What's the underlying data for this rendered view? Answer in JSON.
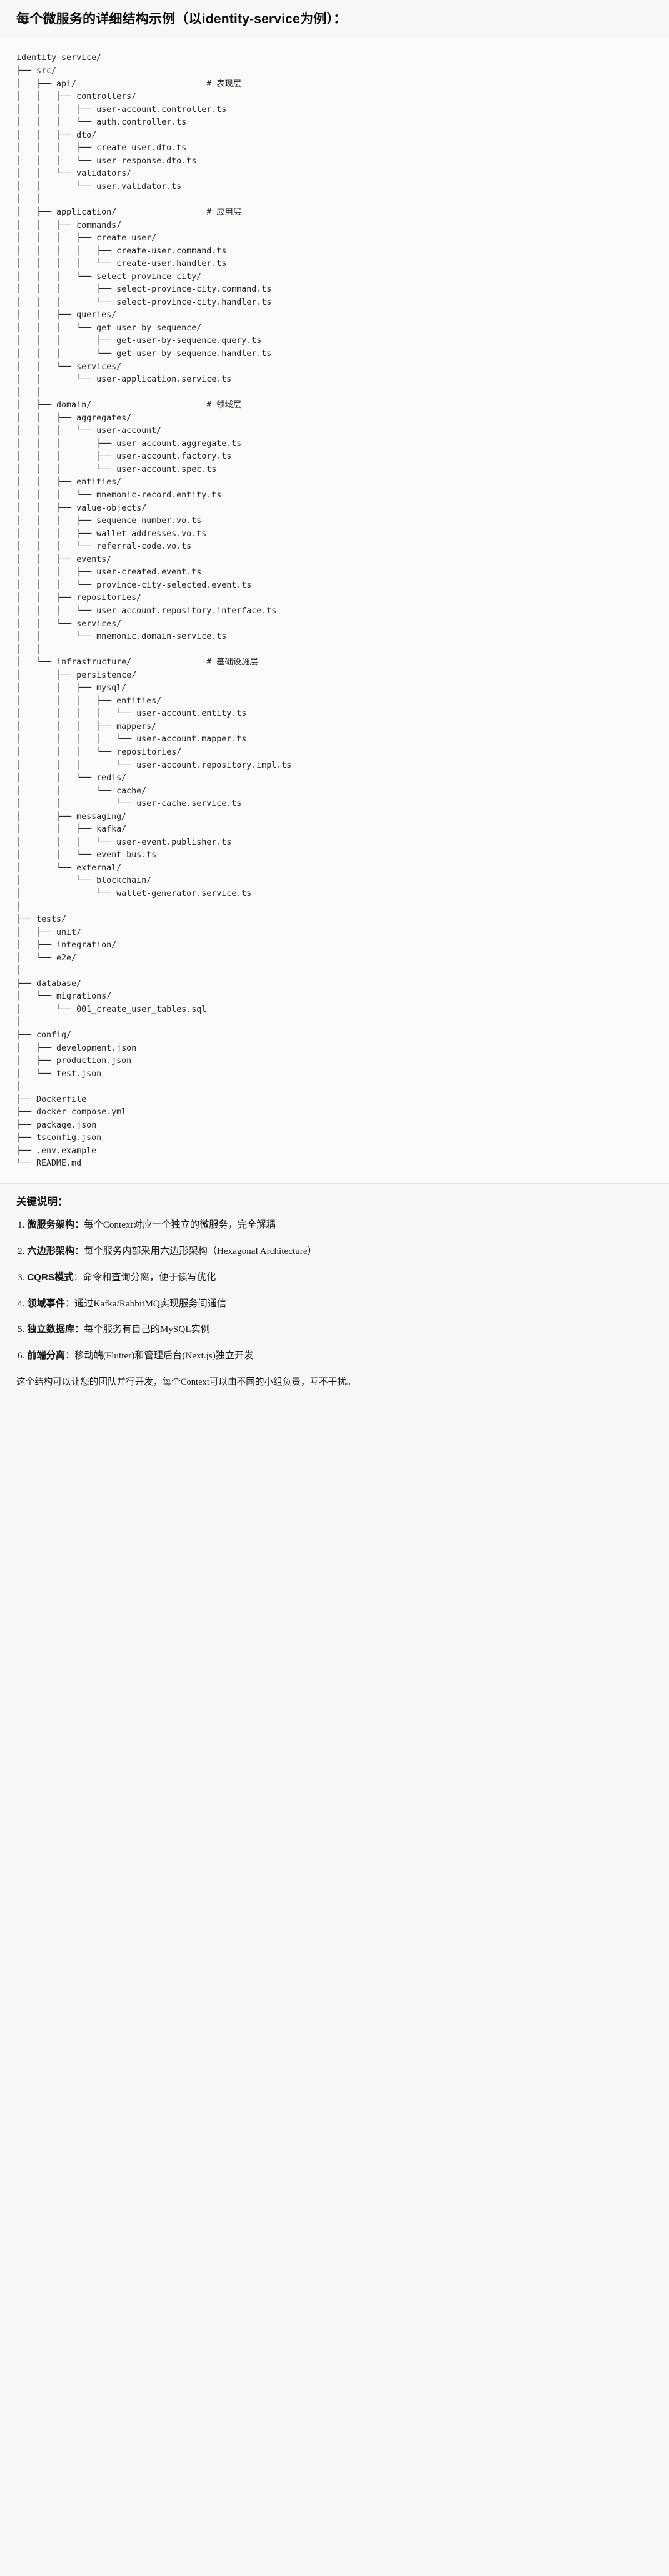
{
  "heading": "每个微服务的详细结构示例（以identity-service为例）：",
  "tree": {
    "root": "identity-service/",
    "text": "identity-service/\n├── src/\n│   ├── api/                          # 表现层\n│   │   ├── controllers/\n│   │   │   ├── user-account.controller.ts\n│   │   │   └── auth.controller.ts\n│   │   ├── dto/\n│   │   │   ├── create-user.dto.ts\n│   │   │   └── user-response.dto.ts\n│   │   └── validators/\n│   │       └── user.validator.ts\n│   │\n│   ├── application/                  # 应用层\n│   │   ├── commands/\n│   │   │   ├── create-user/\n│   │   │   │   ├── create-user.command.ts\n│   │   │   │   └── create-user.handler.ts\n│   │   │   └── select-province-city/\n│   │   │       ├── select-province-city.command.ts\n│   │   │       └── select-province-city.handler.ts\n│   │   ├── queries/\n│   │   │   └── get-user-by-sequence/\n│   │   │       ├── get-user-by-sequence.query.ts\n│   │   │       └── get-user-by-sequence.handler.ts\n│   │   └── services/\n│   │       └── user-application.service.ts\n│   │\n│   ├── domain/                       # 领域层\n│   │   ├── aggregates/\n│   │   │   └── user-account/\n│   │   │       ├── user-account.aggregate.ts\n│   │   │       ├── user-account.factory.ts\n│   │   │       └── user-account.spec.ts\n│   │   ├── entities/\n│   │   │   └── mnemonic-record.entity.ts\n│   │   ├── value-objects/\n│   │   │   ├── sequence-number.vo.ts\n│   │   │   ├── wallet-addresses.vo.ts\n│   │   │   └── referral-code.vo.ts\n│   │   ├── events/\n│   │   │   ├── user-created.event.ts\n│   │   │   └── province-city-selected.event.ts\n│   │   ├── repositories/\n│   │   │   └── user-account.repository.interface.ts\n│   │   └── services/\n│   │       └── mnemonic.domain-service.ts\n│   │\n│   └── infrastructure/               # 基础设施层\n│       ├── persistence/\n│       │   ├── mysql/\n│       │   │   ├── entities/\n│       │   │   │   └── user-account.entity.ts\n│       │   │   ├── mappers/\n│       │   │   │   └── user-account.mapper.ts\n│       │   │   └── repositories/\n│       │   │       └── user-account.repository.impl.ts\n│       │   └── redis/\n│       │       └── cache/\n│       │           └── user-cache.service.ts\n│       ├── messaging/\n│       │   ├── kafka/\n│       │   │   └── user-event.publisher.ts\n│       │   └── event-bus.ts\n│       └── external/\n│           └── blockchain/\n│               └── wallet-generator.service.ts\n│\n├── tests/\n│   ├── unit/\n│   ├── integration/\n│   └── e2e/\n│\n├── database/\n│   └── migrations/\n│       └── 001_create_user_tables.sql\n│\n├── config/\n│   ├── development.json\n│   ├── production.json\n│   └── test.json\n│\n├── Dockerfile\n├── docker-compose.yml\n├── package.json\n├── tsconfig.json\n├── .env.example\n└── README.md",
    "comments": [
      {
        "label": "# 表现层",
        "target": "api/"
      },
      {
        "label": "# 应用层",
        "target": "application/"
      },
      {
        "label": "# 领域层",
        "target": "domain/"
      },
      {
        "label": "# 基础设施层",
        "target": "infrastructure/"
      }
    ]
  },
  "notes": {
    "title": "关键说明：",
    "items": [
      {
        "term": "微服务架构",
        "sep": "：",
        "desc": "每个Context对应一个独立的微服务，完全解耦"
      },
      {
        "term": "六边形架构",
        "sep": "：",
        "desc": "每个服务内部采用六边形架构（Hexagonal Architecture）"
      },
      {
        "term": "CQRS模式",
        "sep": "：",
        "desc": "命令和查询分离，便于读写优化"
      },
      {
        "term": "领域事件",
        "sep": "：",
        "desc": "通过Kafka/RabbitMQ实现服务间通信"
      },
      {
        "term": "独立数据库",
        "sep": "：",
        "desc": "每个服务有自己的MySQL实例"
      },
      {
        "term": "前端分离",
        "sep": "：",
        "desc": "移动端(Flutter)和管理后台(Next.js)独立开发"
      }
    ],
    "closing": "这个结构可以让您的团队并行开发，每个Context可以由不同的小组负责，互不干扰。"
  },
  "colors": {
    "page_bg": "#f7f7f5",
    "code_bg": "#fafaf8",
    "text": "#1a1a1a",
    "code_text": "#22262b",
    "rule": "#e3e3de"
  }
}
